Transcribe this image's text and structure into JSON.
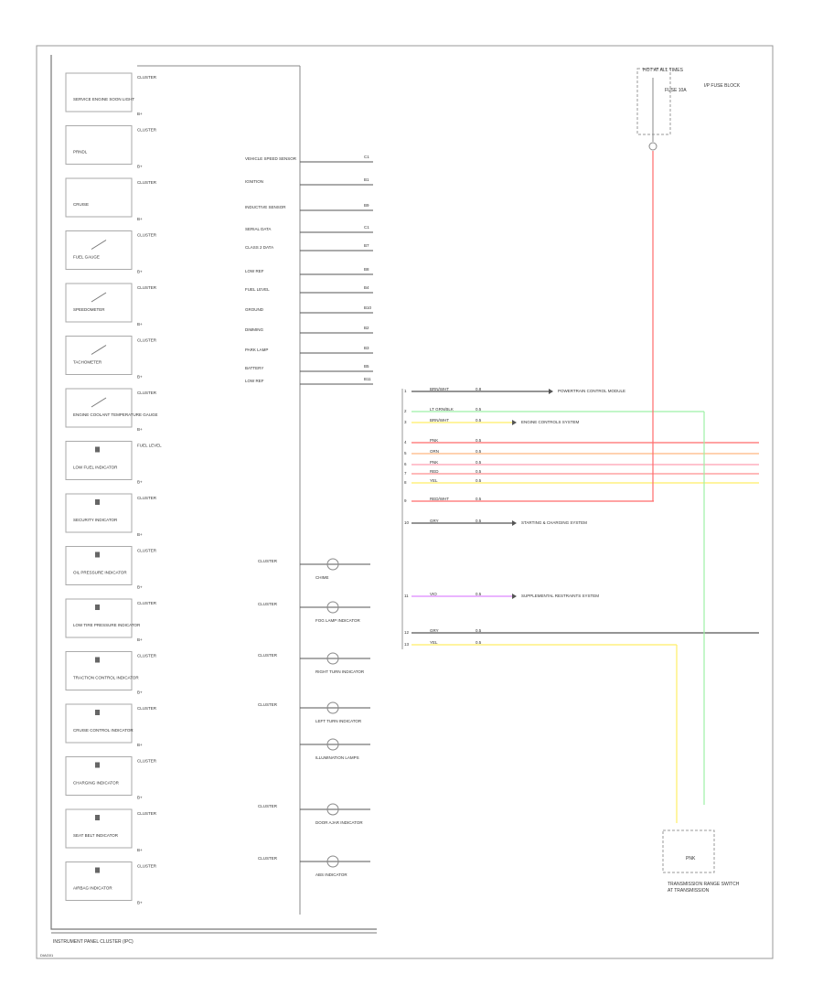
{
  "title": "INSTRUMENT PANEL CLUSTER (IPC)",
  "footer_code": "DIAG01",
  "colors": {
    "frame": "#999999",
    "wire": "#555555",
    "red": "#ff6b6b",
    "pink": "#ff9fb0",
    "orange": "#ffb880",
    "salmon": "#ff8f8f",
    "yellow": "#ffee66",
    "green": "#9ef0a6",
    "violet": "#dd88ff",
    "dark_text": "#444444"
  },
  "cluster_items": [
    {
      "label": "SERVICE ENGINE SOON LIGHT",
      "sw": "CLUSTER",
      "note": "B+"
    },
    {
      "label": "PRNDL",
      "sw": "CLUSTER",
      "note": "B+"
    },
    {
      "label": "CRUISE",
      "sw": "CLUSTER",
      "note": "B+"
    },
    {
      "label": "FUEL GAUGE",
      "sw": "CLUSTER",
      "note": "B+"
    },
    {
      "label": "SPEEDOMETER",
      "sw": "CLUSTER",
      "note": "B+"
    },
    {
      "label": "TACHOMETER",
      "sw": "CLUSTER",
      "note": "B+"
    },
    {
      "label": "ENGINE COOLANT TEMPERATURE GAUGE",
      "sw": "CLUSTER",
      "note": "B+"
    },
    {
      "label": "LOW FUEL INDICATOR",
      "sw": "FUEL LEVEL",
      "note": "B+"
    },
    {
      "label": "SECURITY INDICATOR",
      "sw": "CLUSTER",
      "note": "B+"
    },
    {
      "label": "OIL PRESSURE INDICATOR",
      "sw": "CLUSTER",
      "note": "B+"
    },
    {
      "label": "LOW TIRE PRESSURE INDICATOR",
      "sw": "CLUSTER",
      "note": "B+"
    },
    {
      "label": "TRACTION CONTROL INDICATOR",
      "sw": "CLUSTER",
      "note": "B+"
    },
    {
      "label": "CRUISE CONTROL INDICATOR",
      "sw": "CLUSTER",
      "note": "B+"
    },
    {
      "label": "CHARGING INDICATOR",
      "sw": "CLUSTER",
      "note": "B+"
    },
    {
      "label": "SEAT BELT INDICATOR",
      "sw": "CLUSTER",
      "note": "B+"
    },
    {
      "label": "AIRBAG INDICATOR",
      "sw": "CLUSTER",
      "note": "B+"
    }
  ],
  "mid_labels": [
    {
      "text": "VEHICLE SPEED SENSOR",
      "pin": "C1"
    },
    {
      "text": "IGNITION",
      "pin": "B1"
    },
    {
      "text": "INDUCTIVE SENSOR",
      "pin": "B9"
    },
    {
      "text": "SERIAL DATA",
      "pin": "C1"
    },
    {
      "text": "CLASS 2 DATA",
      "pin": "B7"
    },
    {
      "text": "LOW REF",
      "pin": "B8"
    },
    {
      "text": "FUEL LEVEL",
      "pin": "B4"
    },
    {
      "text": "GROUND",
      "pin": "B10"
    },
    {
      "text": "DIMMING",
      "pin": "B2"
    },
    {
      "text": "PARK LAMP",
      "pin": "B3"
    },
    {
      "text": "BATTERY",
      "pin": "B5"
    },
    {
      "text": "LOW REF",
      "pin": "B11"
    }
  ],
  "lamp_items": [
    {
      "sw": "CLUSTER",
      "label": "CHIME"
    },
    {
      "sw": "CLUSTER",
      "label": "FOG LAMP INDICATOR"
    },
    {
      "sw": "CLUSTER",
      "label": "RIGHT TURN INDICATOR"
    },
    {
      "sw": "CLUSTER",
      "label": "LEFT TURN INDICATOR"
    },
    {
      "sw": "",
      "label": "ILLUMINATION LAMPS"
    },
    {
      "sw": "CLUSTER",
      "label": "DOOR AJAR INDICATOR"
    },
    {
      "sw": "CLUSTER",
      "label": "ABS INDICATOR"
    }
  ],
  "connector_rows": [
    {
      "pin": "1",
      "wire": "BRN/WHT",
      "size": "0.8",
      "dest": "POWERTRAIN CONTROL MODULE"
    },
    {
      "pin": "2",
      "wire": "LT GRN/BLK",
      "size": "0.5",
      "dest": ""
    },
    {
      "pin": "3",
      "wire": "BRN/WHT",
      "size": "0.5",
      "dest": "ENGINE CONTROLS SYSTEM"
    },
    {
      "pin": "4",
      "wire": "PNK",
      "size": "0.5",
      "dest": ""
    },
    {
      "pin": "5",
      "wire": "ORN",
      "size": "0.5",
      "dest": ""
    },
    {
      "pin": "6",
      "wire": "PNK",
      "size": "0.5",
      "dest": ""
    },
    {
      "pin": "7",
      "wire": "RED",
      "size": "0.5",
      "dest": ""
    },
    {
      "pin": "8",
      "wire": "YEL",
      "size": "0.5",
      "dest": ""
    },
    {
      "pin": "9",
      "wire": "RED/WHT",
      "size": "0.5",
      "dest": ""
    },
    {
      "pin": "10",
      "wire": "GRY",
      "size": "0.5",
      "dest": "STARTING & CHARGING SYSTEM"
    },
    {
      "pin": "11",
      "wire": "VIO",
      "size": "0.5",
      "dest": "SUPPLEMENTAL RESTRAINTS SYSTEM"
    },
    {
      "pin": "12",
      "wire": "GRY",
      "size": "0.5",
      "dest": ""
    },
    {
      "pin": "13",
      "wire": "YEL",
      "size": "0.5",
      "dest": ""
    }
  ],
  "top_fuse": {
    "title": "HOT AT ALL TIMES",
    "fuse": "FUSE 10A",
    "block": "I/P FUSE BLOCK"
  },
  "bottom_module": {
    "label": "TRANSMISSION RANGE SWITCH",
    "sub": "AT TRANSMISSION",
    "pins": "PNK"
  }
}
